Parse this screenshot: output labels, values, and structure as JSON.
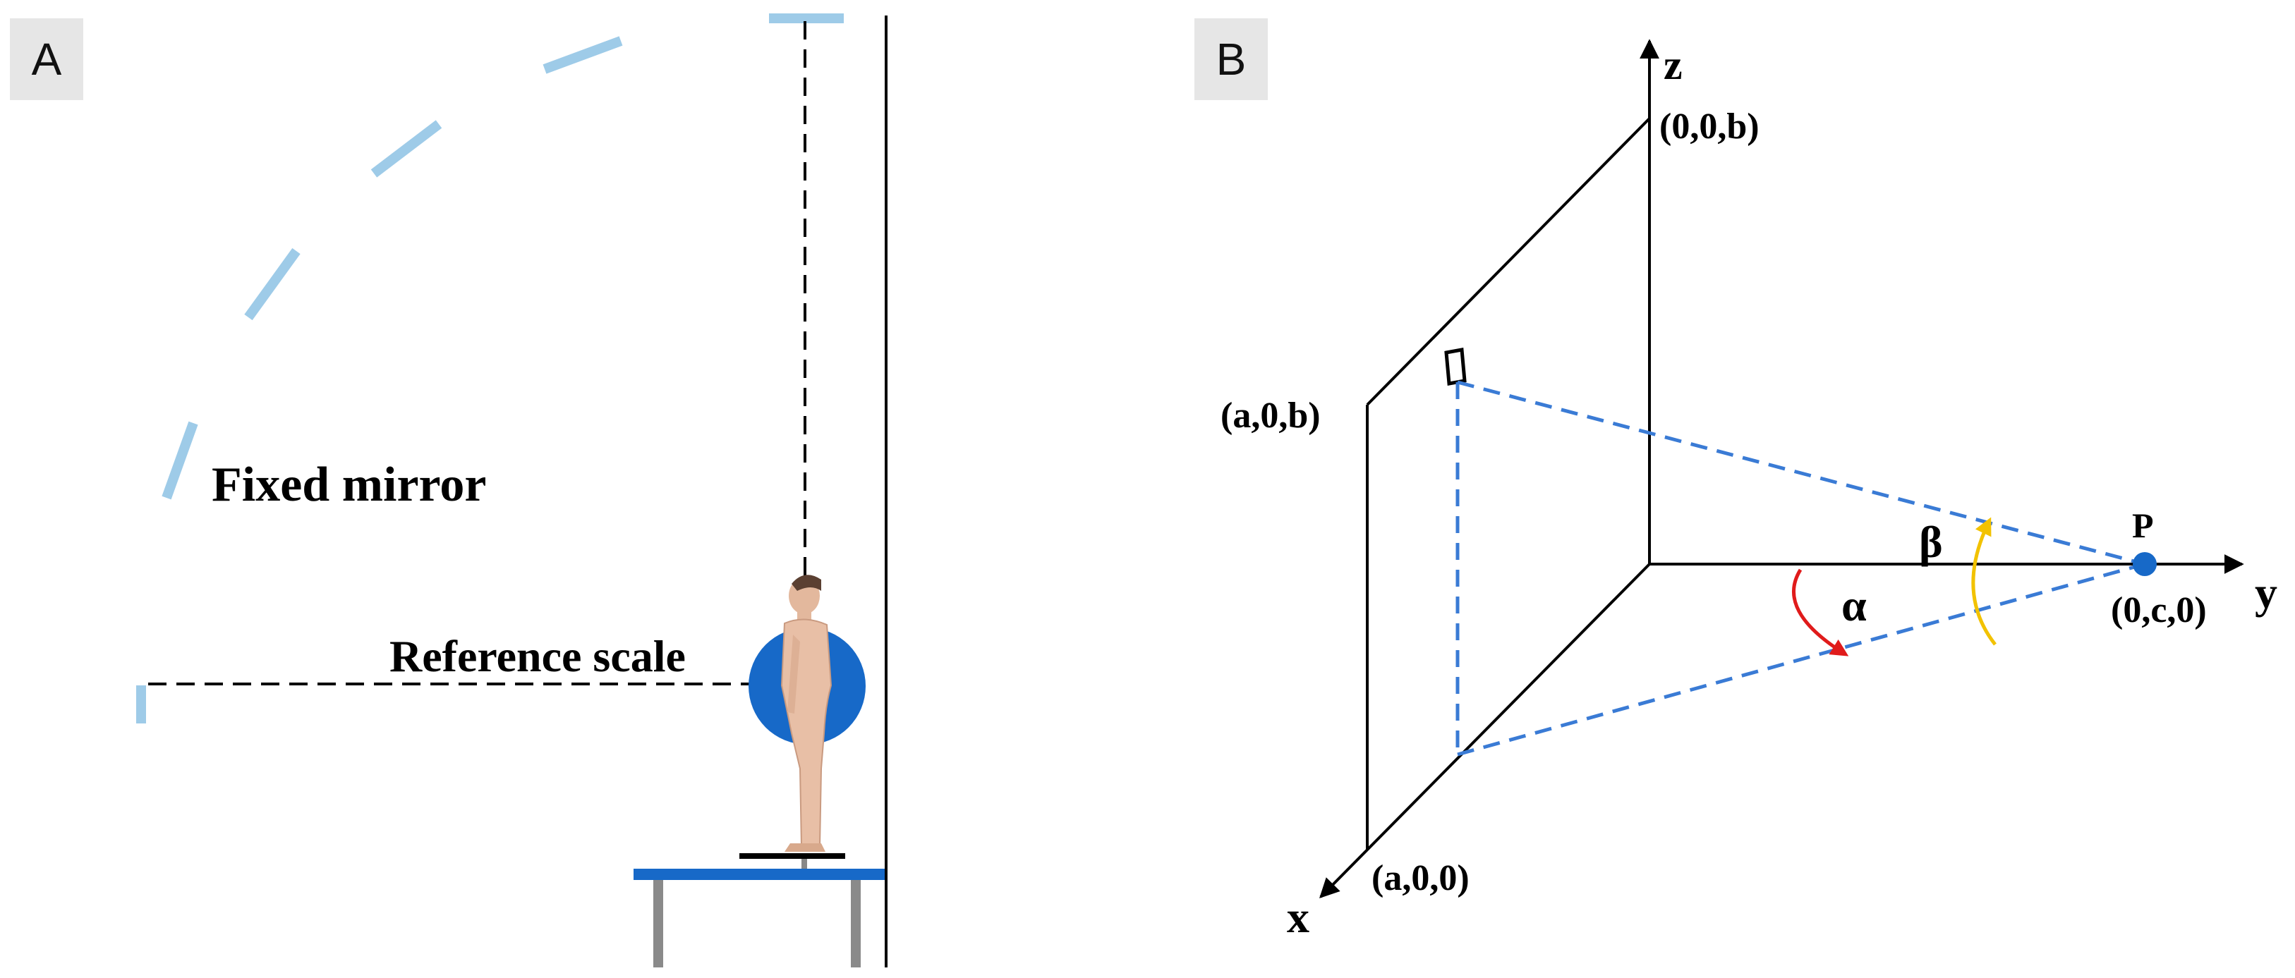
{
  "panel_a": {
    "tag": "A",
    "labels": {
      "fixed_mirror": "Fixed mirror",
      "reference_scale": "Reference scale"
    }
  },
  "panel_b": {
    "tag": "B",
    "axes": {
      "x": "x",
      "y": "y",
      "z": "z"
    },
    "points": {
      "origin_top": "(0,0,b)",
      "corner_top": "(a,0,b)",
      "corner_bottom": "(a,0,0)",
      "p_label": "P",
      "p_coord": "(0,c,0)"
    },
    "angles": {
      "alpha": "α",
      "beta": "β"
    }
  },
  "colors": {
    "mirror": "#9ecbe8",
    "scale_disc": "#1769c8",
    "platform": "#1769c8",
    "projection_lines": "#3a7bd5",
    "alpha_arc": "#e01b1b",
    "beta_arc": "#f2c200",
    "point_p": "#1769c8"
  }
}
